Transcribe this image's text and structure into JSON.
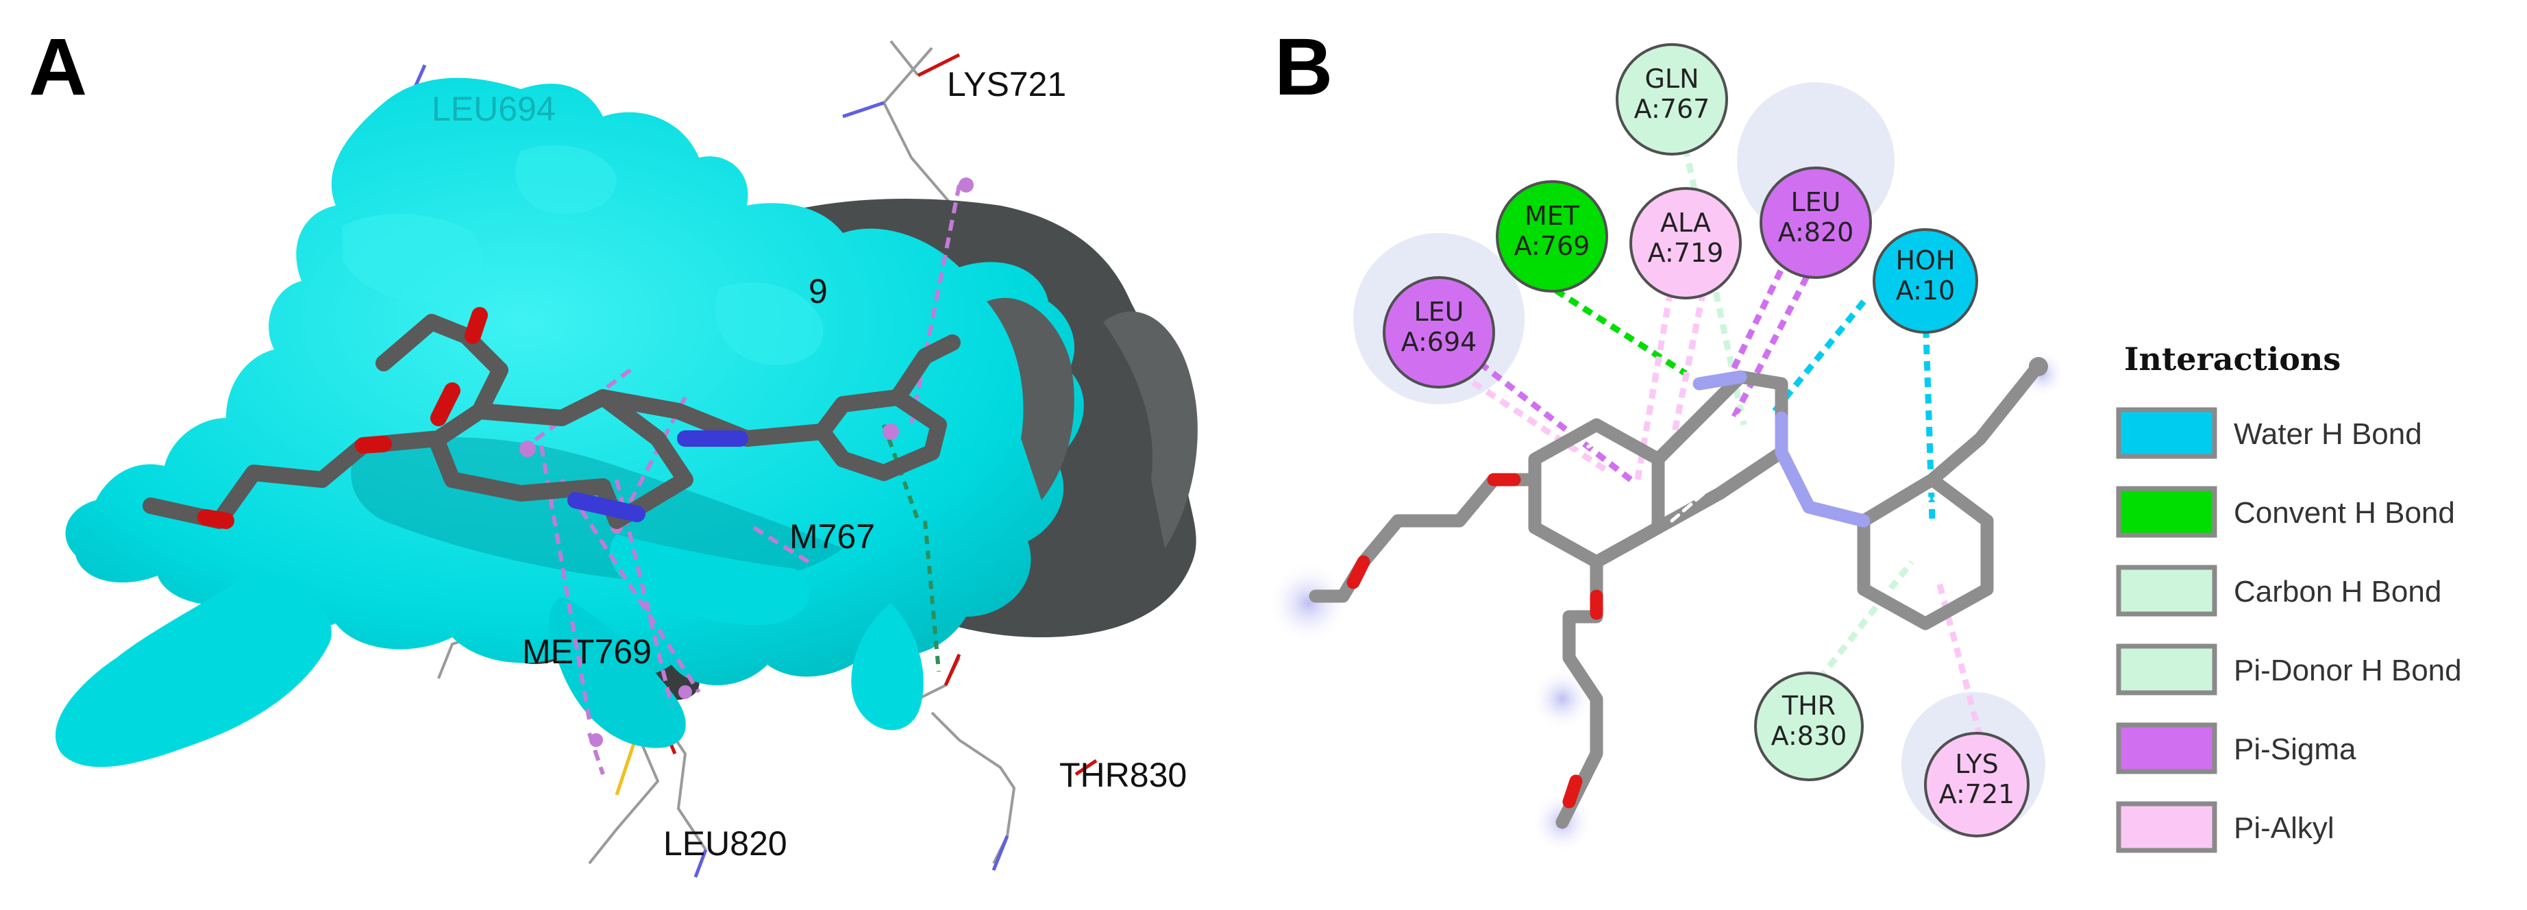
{
  "panels": {
    "a": "A",
    "b": "B"
  },
  "panel_a": {
    "labels": {
      "leu694": "LEU694",
      "lys721": "LYS721",
      "ala719_partial": "9",
      "met767_partial": "M767",
      "met769": "MET769",
      "leu820": "LEU820",
      "thr830": "THR830"
    },
    "colors": {
      "surface": "#00e1e6",
      "surface_dark": "#4a4d4e",
      "ligand": "#5a5a5a",
      "nitrogen": "#3a3ad6",
      "oxygen": "#d01010",
      "interaction": "#c27bd6"
    }
  },
  "panel_b": {
    "residues": {
      "gln767": [
        "GLN",
        "A:767"
      ],
      "met769": [
        "MET",
        "A:769"
      ],
      "ala719": [
        "ALA",
        "A:719"
      ],
      "leu820": [
        "LEU",
        "A:820"
      ],
      "hoh10": [
        "HOH",
        "A:10"
      ],
      "leu694": [
        "LEU",
        "A:694"
      ],
      "thr830": [
        "THR",
        "A:830"
      ],
      "lys721": [
        "LYS",
        "A:721"
      ]
    },
    "legend": {
      "title": "Interactions",
      "items": [
        {
          "label": "Water H Bond",
          "color": "#00ccf0"
        },
        {
          "label": "Convent H Bond",
          "color": "#00dd00"
        },
        {
          "label": "Carbon H Bond",
          "color": "#cdf5dc"
        },
        {
          "label": "Pi-Donor H Bond",
          "color": "#cdf5dc"
        },
        {
          "label": "Pi-Sigma",
          "color": "#d070f0"
        },
        {
          "label": "Pi-Alkyl",
          "color": "#fbc8f6"
        }
      ]
    }
  }
}
